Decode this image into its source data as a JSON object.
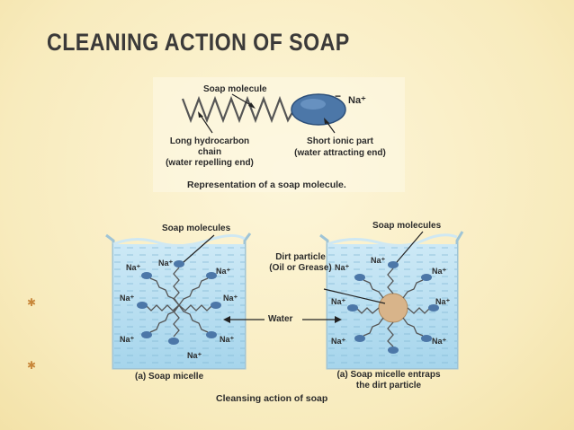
{
  "title": "CLEANING ACTION OF SOAP",
  "decorations": {
    "stars": [
      "✱",
      "✱",
      "✱"
    ]
  },
  "molecule": {
    "top_label": "Soap molecule",
    "chain_label": [
      "Long hydrocarbon",
      "chain",
      "(water repelling end)"
    ],
    "ionic_label": [
      "Short ionic part",
      "(water attracting end)"
    ],
    "charge_minus": "−",
    "ion": "Na⁺",
    "caption": "Representation of a soap molecule."
  },
  "beakers": {
    "left_label": "Soap molecules",
    "right_label": "Soap molecules",
    "dirt_label": [
      "Dirt particle",
      "(Oil or Grease)"
    ],
    "water_label": "Water",
    "left_caption": "(a) Soap micelle",
    "right_caption": [
      "(a) Soap micelle entraps",
      "the dirt particle"
    ],
    "bottom_caption": "Cleansing action of soap",
    "ion_label": "Na⁺",
    "colors": {
      "water": "#b9dff0",
      "water_dark": "#8cc8e4",
      "glass": "#e8f3f8",
      "dirt": "#d8b48a"
    }
  }
}
